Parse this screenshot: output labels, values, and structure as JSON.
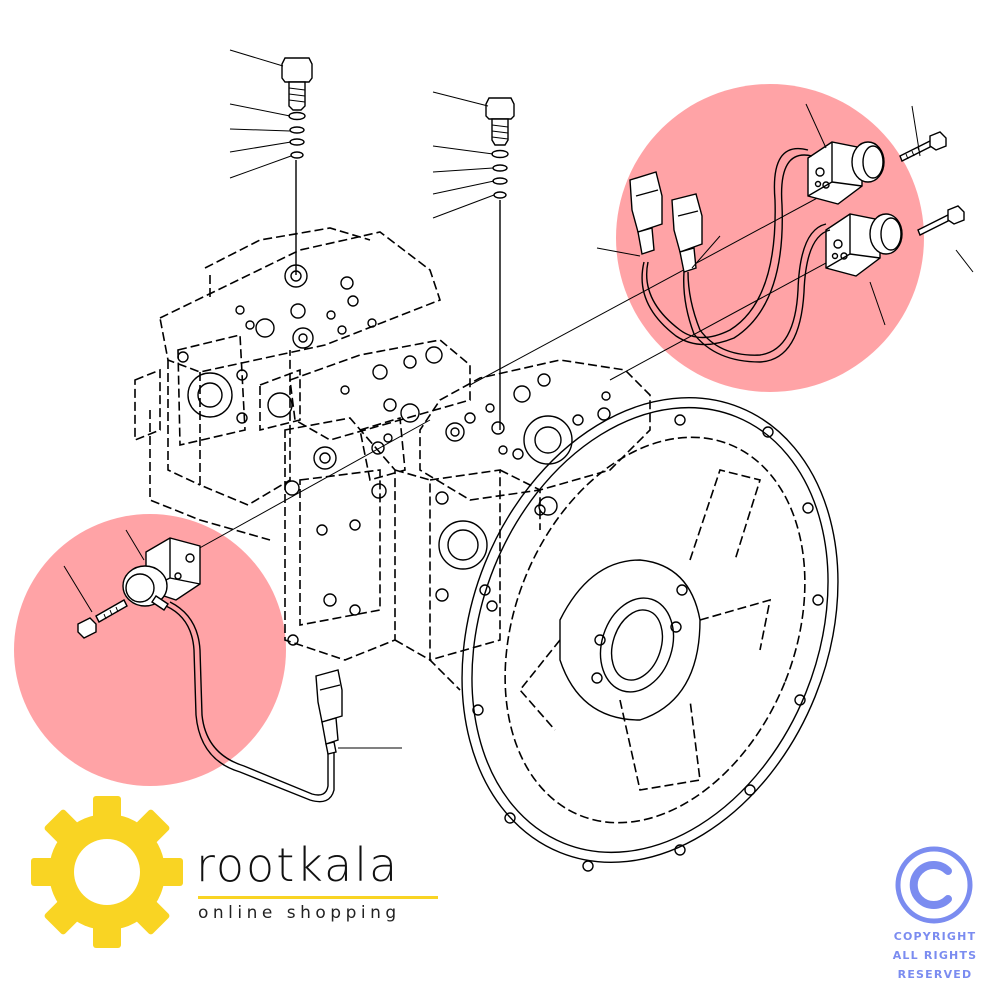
{
  "brand": {
    "name": "rootkala",
    "tagline": "online shopping",
    "logo_icon": "gear-icon",
    "logo_color": "#F9D423"
  },
  "copyright": {
    "icon": "copyright-icon",
    "line1": "COPYRIGHT",
    "line2": "ALL RIGHTS",
    "line3": "RESERVED",
    "color": "#7B8CF0"
  },
  "highlight_color": "#FFA3A6"
}
